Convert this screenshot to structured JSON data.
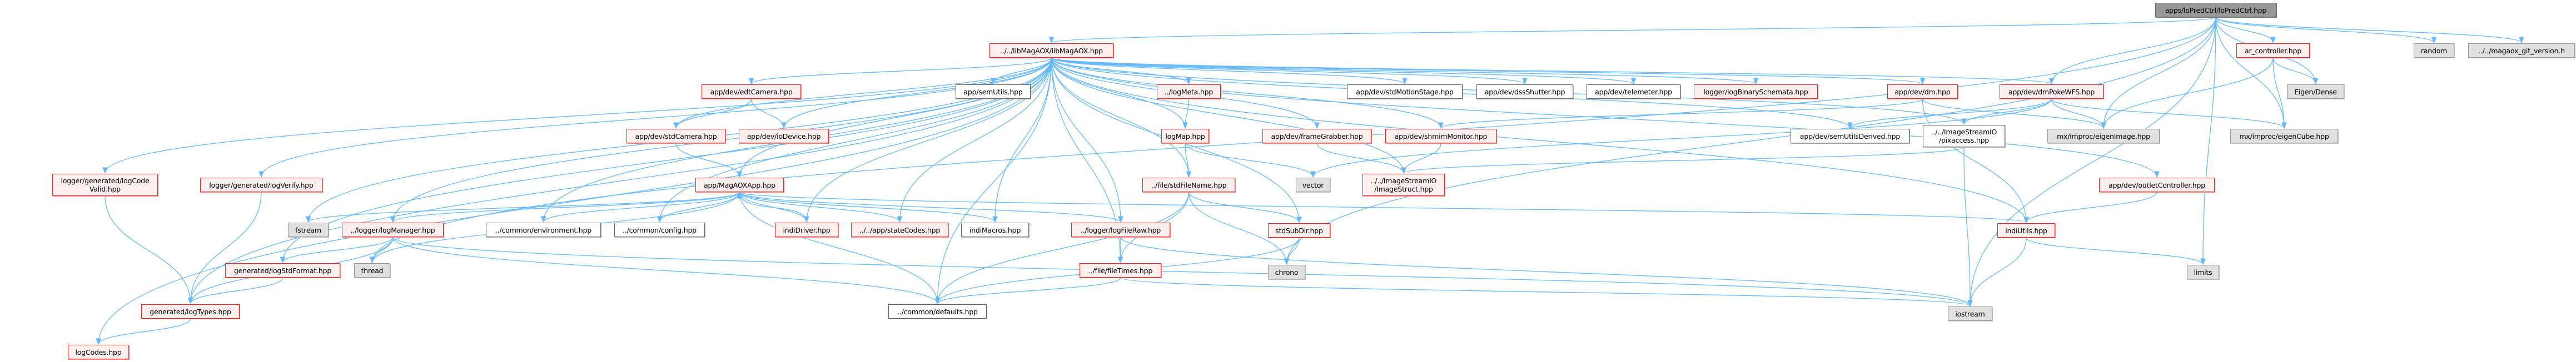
{
  "diagram": {
    "title": "apps/loPredCtrl/loPredCtrl.hpp include dependency graph",
    "colors": {
      "edge": "#63b8ff",
      "red_border": "#ff2020",
      "red_fill": "#fff0f0",
      "gray_fill": "#e0e0e0",
      "root_fill": "#999999"
    },
    "nodes": [
      {
        "id": "root",
        "label": "apps/loPredCtrl/loPredCtrl.hpp",
        "kind": "root"
      },
      {
        "id": "libMagAOX",
        "label": "../../libMagAOX/libMagAOX.hpp",
        "kind": "red"
      },
      {
        "id": "ar_controller",
        "label": "ar_controller.hpp",
        "kind": "red"
      },
      {
        "id": "random",
        "label": "random",
        "kind": "gray"
      },
      {
        "id": "git_version",
        "label": "../../magaox_git_version.h",
        "kind": "gray"
      },
      {
        "id": "edtCamera",
        "label": "app/dev/edtCamera.hpp",
        "kind": "red"
      },
      {
        "id": "semUtils",
        "label": "app/semUtils.hpp",
        "kind": "white"
      },
      {
        "id": "logMeta",
        "label": "../logMeta.hpp",
        "kind": "red"
      },
      {
        "id": "stdMotionStage",
        "label": "app/dev/stdMotionStage.hpp",
        "kind": "white"
      },
      {
        "id": "dssShutter",
        "label": "app/dev/dssShutter.hpp",
        "kind": "white"
      },
      {
        "id": "telemeter",
        "label": "app/dev/telemeter.hpp",
        "kind": "white"
      },
      {
        "id": "logBinarySchemata",
        "label": "logger/logBinarySchemata.hpp",
        "kind": "red"
      },
      {
        "id": "dm",
        "label": "app/dev/dm.hpp",
        "kind": "red"
      },
      {
        "id": "dmPokeWFS",
        "label": "app/dev/dmPokeWFS.hpp",
        "kind": "red"
      },
      {
        "id": "EigenDense",
        "label": "Eigen/Dense",
        "kind": "gray"
      },
      {
        "id": "stdCamera",
        "label": "app/dev/stdCamera.hpp",
        "kind": "red"
      },
      {
        "id": "ioDevice",
        "label": "app/dev/ioDevice.hpp",
        "kind": "red"
      },
      {
        "id": "logMap",
        "label": "logMap.hpp",
        "kind": "red"
      },
      {
        "id": "frameGrabber",
        "label": "app/dev/frameGrabber.hpp",
        "kind": "red"
      },
      {
        "id": "shmimMonitor",
        "label": "app/dev/shmimMonitor.hpp",
        "kind": "red"
      },
      {
        "id": "semUtilsDerived",
        "label": "app/dev/semUtilsDerived.hpp",
        "kind": "white"
      },
      {
        "id": "pixaccess",
        "label": "../../ImageStreamIO\n/pixaccess.hpp",
        "kind": "white"
      },
      {
        "id": "eigenImage",
        "label": "mx/improc/eigenImage.hpp",
        "kind": "gray"
      },
      {
        "id": "eigenCube",
        "label": "mx/improc/eigenCube.hpp",
        "kind": "gray"
      },
      {
        "id": "logCodeValid",
        "label": "logger/generated/logCode\nValid.hpp",
        "kind": "red"
      },
      {
        "id": "logVerify",
        "label": "logger/generated/logVerify.hpp",
        "kind": "red"
      },
      {
        "id": "MagAOXApp",
        "label": "app/MagAOXApp.hpp",
        "kind": "red"
      },
      {
        "id": "stdFileName",
        "label": "../file/stdFileName.hpp",
        "kind": "red"
      },
      {
        "id": "vector",
        "label": "vector",
        "kind": "gray"
      },
      {
        "id": "ImageStruct",
        "label": "../../ImageStreamIO\n/ImageStruct.hpp",
        "kind": "red"
      },
      {
        "id": "outletController",
        "label": "app/dev/outletController.hpp",
        "kind": "red"
      },
      {
        "id": "fstream",
        "label": "fstream",
        "kind": "gray"
      },
      {
        "id": "logManager",
        "label": "../logger/logManager.hpp",
        "kind": "red"
      },
      {
        "id": "environment",
        "label": "../common/environment.hpp",
        "kind": "white"
      },
      {
        "id": "config",
        "label": "../common/config.hpp",
        "kind": "white"
      },
      {
        "id": "indiDriver",
        "label": "indiDriver.hpp",
        "kind": "red"
      },
      {
        "id": "stateCodes",
        "label": "../../app/stateCodes.hpp",
        "kind": "red"
      },
      {
        "id": "indiMacros",
        "label": "indiMacros.hpp",
        "kind": "white"
      },
      {
        "id": "logFileRaw",
        "label": "../logger/logFileRaw.hpp",
        "kind": "red"
      },
      {
        "id": "stdSubDir",
        "label": "stdSubDir.hpp",
        "kind": "red"
      },
      {
        "id": "indiUtils",
        "label": "indiUtils.hpp",
        "kind": "red"
      },
      {
        "id": "generated_logStdFormat",
        "label": "generated/logStdFormat.hpp",
        "kind": "red"
      },
      {
        "id": "thread",
        "label": "thread",
        "kind": "gray"
      },
      {
        "id": "fileTimes",
        "label": "../file/fileTimes.hpp",
        "kind": "red"
      },
      {
        "id": "chrono",
        "label": "chrono",
        "kind": "gray"
      },
      {
        "id": "limits",
        "label": "limits",
        "kind": "gray"
      },
      {
        "id": "logTypes",
        "label": "generated/logTypes.hpp",
        "kind": "red"
      },
      {
        "id": "defaults",
        "label": "../common/defaults.hpp",
        "kind": "white"
      },
      {
        "id": "iostream",
        "label": "iostream",
        "kind": "gray"
      },
      {
        "id": "logCodes",
        "label": "logCodes.hpp",
        "kind": "red"
      }
    ],
    "edges": [
      [
        "root",
        "libMagAOX"
      ],
      [
        "root",
        "ar_controller"
      ],
      [
        "root",
        "random"
      ],
      [
        "root",
        "git_version"
      ],
      [
        "root",
        "eigenImage"
      ],
      [
        "root",
        "eigenCube"
      ],
      [
        "root",
        "EigenDense"
      ],
      [
        "root",
        "limits"
      ],
      [
        "root",
        "iostream"
      ],
      [
        "root",
        "thread"
      ],
      [
        "root",
        "dmPokeWFS"
      ],
      [
        "root",
        "chrono"
      ],
      [
        "ar_controller",
        "EigenDense"
      ],
      [
        "ar_controller",
        "eigenImage"
      ],
      [
        "ar_controller",
        "eigenCube"
      ],
      [
        "libMagAOX",
        "edtCamera"
      ],
      [
        "libMagAOX",
        "semUtils"
      ],
      [
        "libMagAOX",
        "logMeta"
      ],
      [
        "libMagAOX",
        "stdMotionStage"
      ],
      [
        "libMagAOX",
        "dssShutter"
      ],
      [
        "libMagAOX",
        "telemeter"
      ],
      [
        "libMagAOX",
        "logBinarySchemata"
      ],
      [
        "libMagAOX",
        "dm"
      ],
      [
        "libMagAOX",
        "dmPokeWFS"
      ],
      [
        "libMagAOX",
        "stdCamera"
      ],
      [
        "libMagAOX",
        "ioDevice"
      ],
      [
        "libMagAOX",
        "logMap"
      ],
      [
        "libMagAOX",
        "frameGrabber"
      ],
      [
        "libMagAOX",
        "shmimMonitor"
      ],
      [
        "libMagAOX",
        "semUtilsDerived"
      ],
      [
        "libMagAOX",
        "pixaccess"
      ],
      [
        "libMagAOX",
        "outletController"
      ],
      [
        "libMagAOX",
        "logCodeValid"
      ],
      [
        "libMagAOX",
        "logVerify"
      ],
      [
        "libMagAOX",
        "MagAOXApp"
      ],
      [
        "libMagAOX",
        "stdFileName"
      ],
      [
        "libMagAOX",
        "ImageStruct"
      ],
      [
        "libMagAOX",
        "fstream"
      ],
      [
        "libMagAOX",
        "logManager"
      ],
      [
        "libMagAOX",
        "environment"
      ],
      [
        "libMagAOX",
        "config"
      ],
      [
        "libMagAOX",
        "indiDriver"
      ],
      [
        "libMagAOX",
        "stateCodes"
      ],
      [
        "libMagAOX",
        "indiMacros"
      ],
      [
        "libMagAOX",
        "logFileRaw"
      ],
      [
        "libMagAOX",
        "stdSubDir"
      ],
      [
        "libMagAOX",
        "indiUtils"
      ],
      [
        "libMagAOX",
        "generated_logStdFormat"
      ],
      [
        "libMagAOX",
        "fileTimes"
      ],
      [
        "libMagAOX",
        "logTypes"
      ],
      [
        "libMagAOX",
        "defaults"
      ],
      [
        "libMagAOX",
        "logCodes"
      ],
      [
        "edtCamera",
        "stdCamera"
      ],
      [
        "edtCamera",
        "ioDevice"
      ],
      [
        "stdCamera",
        "MagAOXApp"
      ],
      [
        "logMeta",
        "logMap"
      ],
      [
        "logMap",
        "stdFileName"
      ],
      [
        "logMap",
        "vector"
      ],
      [
        "frameGrabber",
        "ImageStruct"
      ],
      [
        "shmimMonitor",
        "ImageStruct"
      ],
      [
        "dm",
        "eigenImage"
      ],
      [
        "dm",
        "indiUtils"
      ],
      [
        "dm",
        "shmimMonitor"
      ],
      [
        "dmPokeWFS",
        "semUtilsDerived"
      ],
      [
        "dmPokeWFS",
        "pixaccess"
      ],
      [
        "dmPokeWFS",
        "eigenImage"
      ],
      [
        "dmPokeWFS",
        "eigenCube"
      ],
      [
        "dmPokeWFS",
        "vector"
      ],
      [
        "pixaccess",
        "ImageStruct"
      ],
      [
        "pixaccess",
        "iostream"
      ],
      [
        "outletController",
        "indiUtils"
      ],
      [
        "MagAOXApp",
        "fstream"
      ],
      [
        "MagAOXApp",
        "logManager"
      ],
      [
        "MagAOXApp",
        "environment"
      ],
      [
        "MagAOXApp",
        "config"
      ],
      [
        "MagAOXApp",
        "indiDriver"
      ],
      [
        "MagAOXApp",
        "stateCodes"
      ],
      [
        "MagAOXApp",
        "indiMacros"
      ],
      [
        "MagAOXApp",
        "logFileRaw"
      ],
      [
        "MagAOXApp",
        "thread"
      ],
      [
        "MagAOXApp",
        "defaults"
      ],
      [
        "MagAOXApp",
        "indiUtils"
      ],
      [
        "indiDriver",
        "MagAOXApp"
      ],
      [
        "stdFileName",
        "stdSubDir"
      ],
      [
        "stdFileName",
        "chrono"
      ],
      [
        "stdFileName",
        "fileTimes"
      ],
      [
        "stdFileName",
        "defaults"
      ],
      [
        "stdSubDir",
        "chrono"
      ],
      [
        "stdSubDir",
        "defaults"
      ],
      [
        "logFileRaw",
        "fileTimes"
      ],
      [
        "logFileRaw",
        "iostream"
      ],
      [
        "fileTimes",
        "defaults"
      ],
      [
        "fileTimes",
        "iostream"
      ],
      [
        "logManager",
        "generated_logStdFormat"
      ],
      [
        "logManager",
        "thread"
      ],
      [
        "logManager",
        "logTypes"
      ],
      [
        "logManager",
        "defaults"
      ],
      [
        "logManager",
        "iostream"
      ],
      [
        "logCodeValid",
        "logTypes"
      ],
      [
        "logVerify",
        "logTypes"
      ],
      [
        "generated_logStdFormat",
        "logTypes"
      ],
      [
        "logTypes",
        "logCodes"
      ],
      [
        "indiUtils",
        "iostream"
      ],
      [
        "indiUtils",
        "limits"
      ]
    ]
  }
}
